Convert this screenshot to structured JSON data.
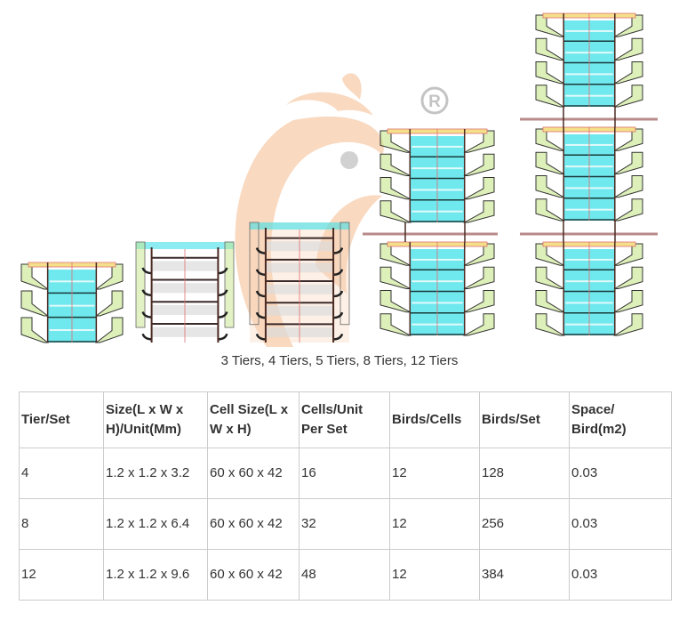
{
  "figure": {
    "alt": "Poultry cage tier configurations diagram",
    "watermark": "brand-logo-watermark",
    "registered_mark": "®",
    "configurations": [
      {
        "name": "3 Tiers",
        "tiers": 3,
        "style": "cyan-feeder"
      },
      {
        "name": "4 Tiers",
        "tiers": 4,
        "style": "frame"
      },
      {
        "name": "5 Tiers",
        "tiers": 5,
        "style": "frame"
      },
      {
        "name": "8 Tiers",
        "tiers": 8,
        "style": "stacked-cyan"
      },
      {
        "name": "12 Tiers",
        "tiers": 12,
        "style": "stacked-cyan"
      }
    ],
    "colors": {
      "cyan": "#3fe0e8",
      "logo_orange": "#f6c9a8",
      "frame_dark": "#4a2a22",
      "guide_red": "#e07070",
      "bracket_green": "#c8e68a",
      "divider": "#b88a8a"
    }
  },
  "caption": "3 Tiers, 4 Tiers, 5 Tiers, 8 Tiers, 12 Tiers",
  "table": {
    "headers": [
      "Tier/Set",
      "Size(L x W x H)/Unit(Mm)",
      "Cell Size(L x W x H)",
      "Cells/Unit Per Set",
      "Birds/Cells",
      "Birds/Set",
      "Space/ Bird(m2)"
    ],
    "rows": [
      [
        "4",
        "1.2 x 1.2 x 3.2",
        "60 x 60 x 42",
        "16",
        "12",
        "128",
        "0.03"
      ],
      [
        "8",
        "1.2 x 1.2 x 6.4",
        "60 x 60 x 42",
        "32",
        "12",
        "256",
        "0.03"
      ],
      [
        "12",
        "1.2 x 1.2 x 9.6",
        "60 x 60 x 42",
        "48",
        "12",
        "384",
        "0.03"
      ]
    ]
  }
}
